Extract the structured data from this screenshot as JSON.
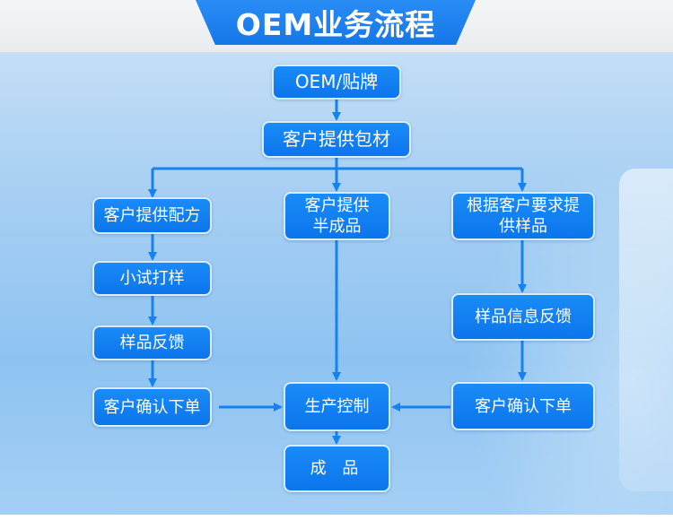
{
  "title": "OEM业务流程",
  "nodes": {
    "oem": "OEM/贴牌",
    "packaging": "客户提供包材",
    "formula": "客户提供配方",
    "trial": "小试打样",
    "sample_feedback": "样品反馈",
    "confirm_left": "客户确认下单",
    "semi": "客户提供半成品",
    "production": "生产控制",
    "finished": "成 品",
    "custom_sample": "根据客户要求提供样品",
    "sample_info_feedback": "样品信息反馈",
    "confirm_right": "客户确认下单"
  },
  "colors": {
    "node_fill": "#0f7ff0",
    "arrow": "#1682f2",
    "title_tab": "#1e82ee"
  }
}
